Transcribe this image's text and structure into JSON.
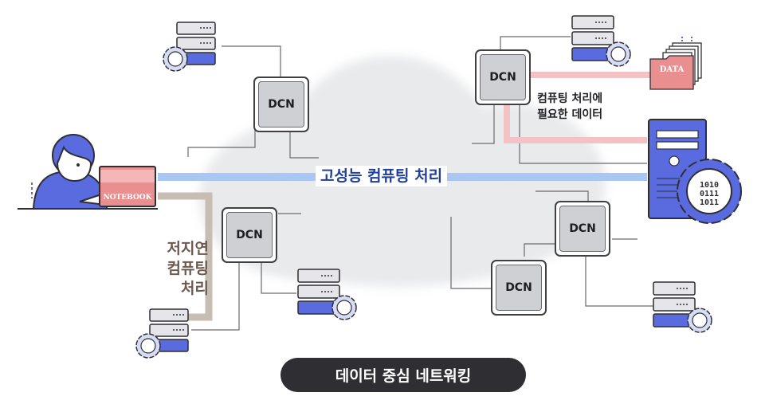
{
  "diagram": {
    "title": "데이터 중심 네트워킹",
    "main_flow_label": "고성능 컴퓨팅 처리",
    "low_latency_label": "저지연\n컴퓨팅\n처리",
    "compute_need_label": "컴퓨팅 처리에\n필요한 데이터",
    "notebook_label": "NOTEBOOK",
    "data_label": "DATA",
    "binary_text": [
      "1010",
      "0111",
      "1011"
    ],
    "dcn_nodes": [
      "DCN",
      "DCN",
      "DCN",
      "DCN",
      "DCN"
    ],
    "colors": {
      "main_flow": "#a9c7f2",
      "low_latency_flow": "#c7bdb2",
      "data_flow": "#f4c1c4",
      "accent_blue": "#5a6be0",
      "dark": "#2f2f33",
      "cloud": "#e9eaec"
    },
    "icons": [
      "person-icon",
      "notebook-icon",
      "server-icon",
      "gear-icon",
      "data-files-icon",
      "server-tower-icon"
    ]
  }
}
